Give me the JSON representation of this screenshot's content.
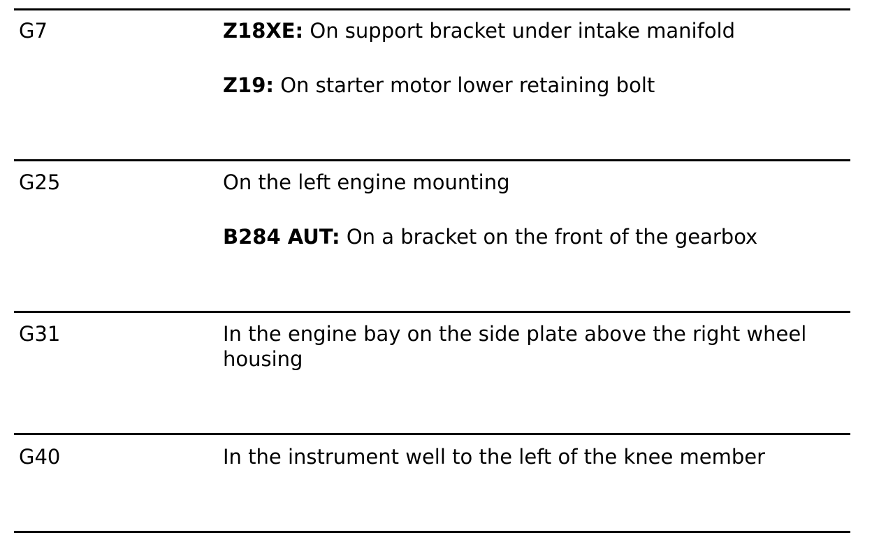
{
  "rows": [
    {
      "code": "G7",
      "lines": [
        {
          "bold": "Z18XE:",
          "text": " On support bracket under intake manifold"
        },
        {
          "bold": "Z19:",
          "text": " On starter motor lower retaining bolt"
        }
      ]
    },
    {
      "code": "G25",
      "lines": [
        {
          "bold": "",
          "text": "On the left engine mounting"
        },
        {
          "bold": "B284 AUT:",
          "text": " On a bracket on the front of the gearbox"
        }
      ]
    },
    {
      "code": "G31",
      "lines": [
        {
          "bold": "",
          "text": "In the engine bay on the side plate above the right wheel housing"
        }
      ]
    },
    {
      "code": "G40",
      "lines": [
        {
          "bold": "",
          "text": "In the instrument well to the left of the knee member"
        }
      ]
    }
  ]
}
